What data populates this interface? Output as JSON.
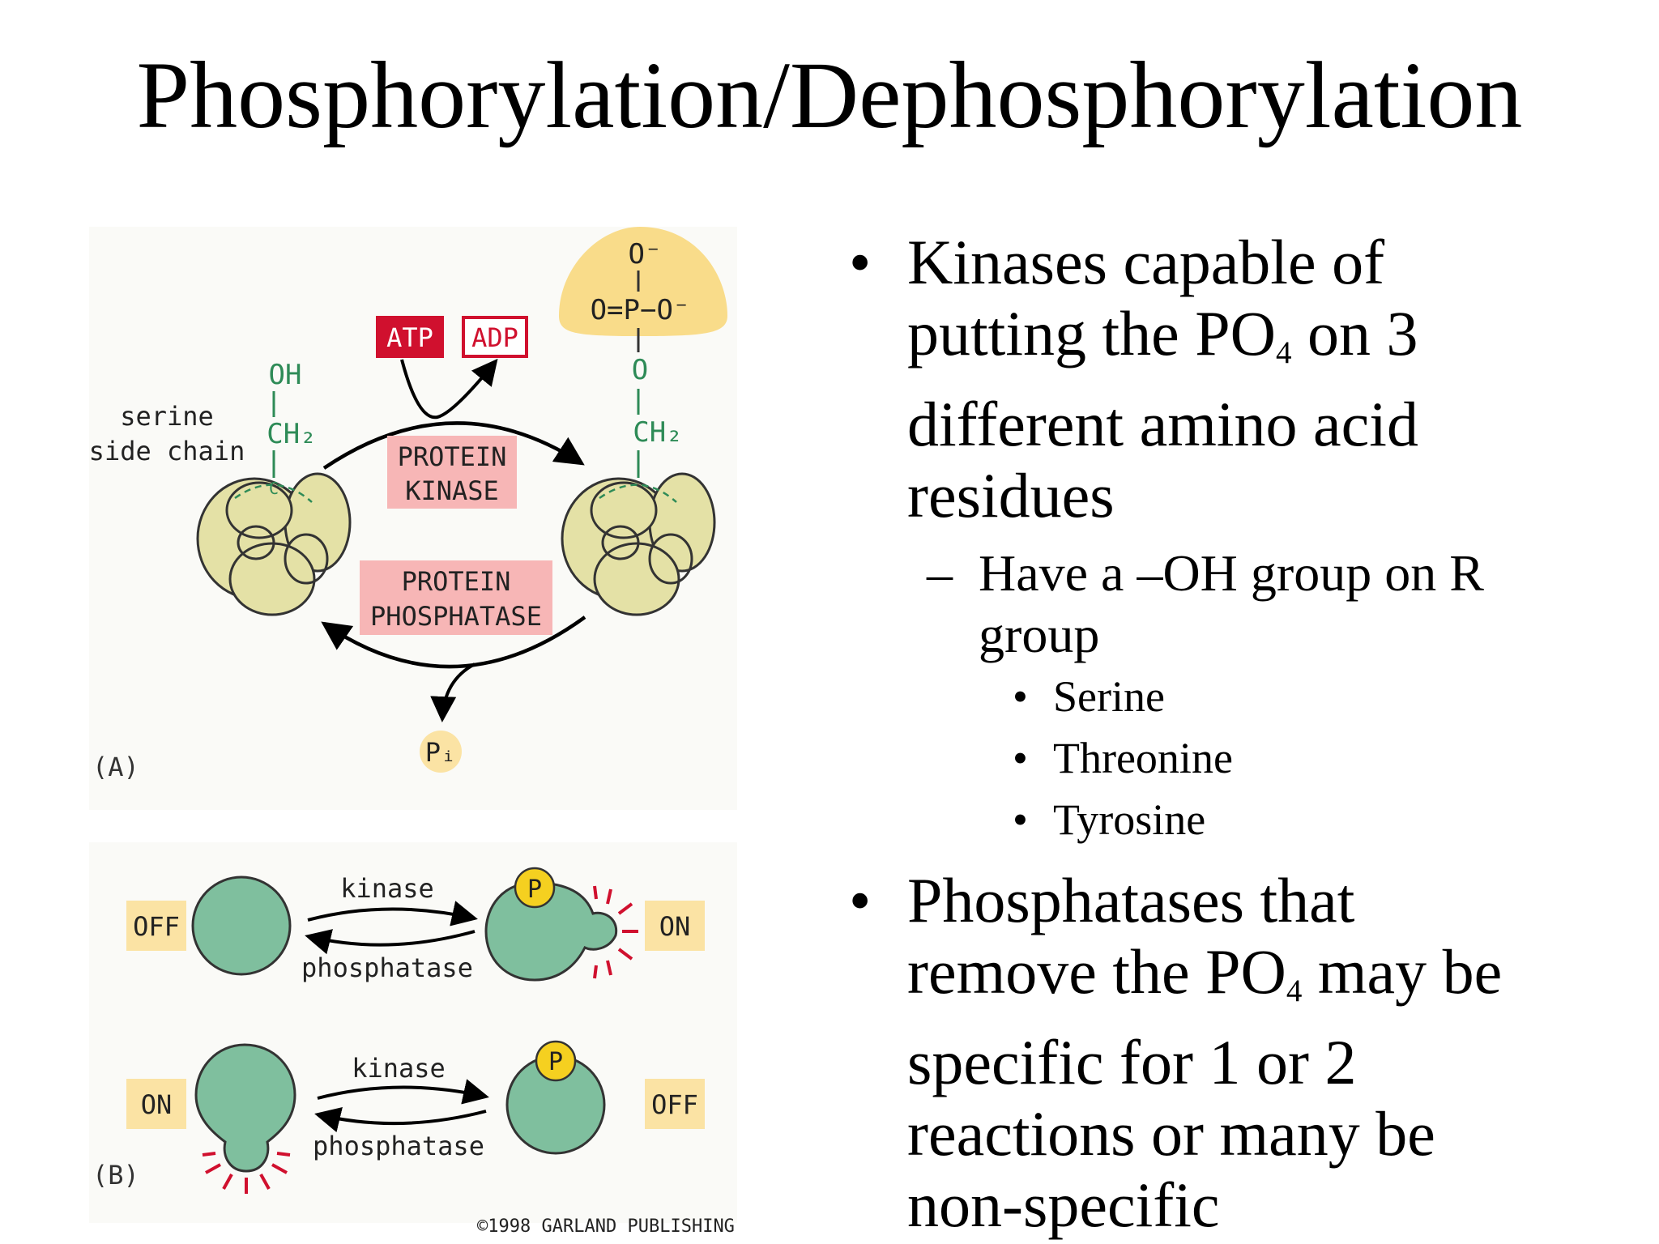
{
  "title": "Phosphorylation/Dephosphorylation",
  "figure": {
    "panel_a": {
      "label": "(A)",
      "serine_line1": "serine",
      "serine_line2": "side chain",
      "left_oh": "OH",
      "left_ch2": "CH₂",
      "left_c": "C",
      "atp": "ATP",
      "adp": "ADP",
      "kinase_line1": "PROTEIN",
      "kinase_line2": "KINASE",
      "phosphatase_line1": "PROTEIN",
      "phosphatase_line2": "PHOSPHATASE",
      "phosphate_top": "O⁻",
      "phosphate_mid": "O=P−O⁻",
      "right_o": "O",
      "right_ch2": "CH₂",
      "right_c": "C",
      "pi_label": "Pᵢ"
    },
    "panel_b": {
      "label": "(B)",
      "row1": {
        "left_state": "OFF",
        "right_state": "ON",
        "forward": "kinase",
        "reverse": "phosphatase",
        "p_label": "P"
      },
      "row2": {
        "left_state": "ON",
        "right_state": "OFF",
        "forward": "kinase",
        "reverse": "phosphatase",
        "p_label": "P"
      }
    },
    "copyright": "©1998 GARLAND PUBLISHING",
    "colors": {
      "atp_red": "#d0102e",
      "pink_box": "#f7b6b6",
      "phosphate_yellow": "#f9dc8a",
      "protein_fill": "#e4e1a6",
      "chem_green": "#2e8b57",
      "state_box": "#fbe3a4",
      "teal_protein": "#7fbf9e",
      "p_yellow": "#f5d020"
    }
  },
  "bullets": {
    "b1_line1": "Kinases capable of",
    "b1_line2_pre": "putting the PO",
    "b1_sub": "4",
    "b1_line2_post": " on 3",
    "b1_line3": "different amino acid",
    "b1_line4": "residues",
    "b2_line1": "Have a –OH group on R",
    "b2_line2": "group",
    "sub_items": [
      "Serine",
      "Threonine",
      "Tyrosine"
    ],
    "b4_line1": "Phosphatases that",
    "b4_line2_pre": "remove the PO",
    "b4_sub": "4",
    "b4_line2_post": " may be",
    "b4_line3": "specific for 1 or 2",
    "b4_line4": "reactions or many be",
    "b4_line5": "non-specific"
  }
}
